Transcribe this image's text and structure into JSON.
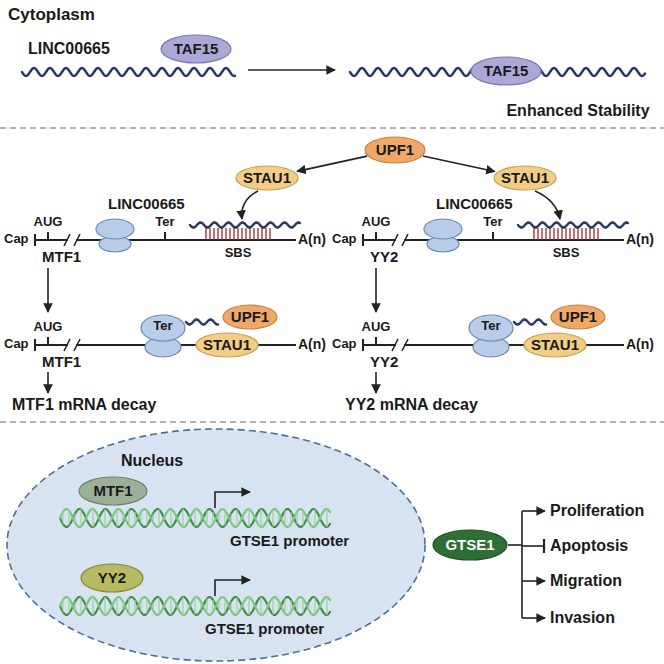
{
  "diagram": {
    "nodes": [
      {
        "text": [
          "TAF15"
        ]
      },
      {
        "text": [
          "TAF15"
        ]
      },
      {
        "text": [
          "UPF1"
        ]
      },
      {
        "text": [
          "STAU1"
        ]
      },
      {
        "text": [
          "STAU1"
        ]
      },
      {
        "text": [
          "Ter"
        ]
      },
      {
        "text": [
          "UPF1"
        ]
      },
      {
        "text": [
          "STAU1"
        ]
      },
      {
        "text": [
          "Ter"
        ]
      },
      {
        "text": [
          "UPF1"
        ]
      },
      {
        "text": [
          "STAU1"
        ]
      },
      {
        "text": [
          "Nucleus"
        ]
      },
      {
        "text": [
          "MTF1"
        ],
        "in": 11
      },
      {
        "text": [
          "YY2"
        ],
        "in": 11
      },
      {
        "text": [
          "GTSE1"
        ]
      }
    ],
    "edges": [
      {
        "from": 2,
        "to": 3,
        "arrow": "to"
      },
      {
        "from": 2,
        "to": 4,
        "arrow": "to"
      }
    ],
    "labels": [
      "Cytoplasm",
      "LINC00665",
      "Enhanced Stability",
      "AUG",
      "Ter",
      "LINC00665",
      "Cap",
      "SBS",
      "A(n)",
      "MTF1",
      "AUG",
      "Ter",
      "LINC00665",
      "Cap",
      "SBS",
      "A(n)",
      "YY2",
      "AUG",
      "Cap",
      "MTF1",
      "A(n)",
      "MTF1 mRNA decay",
      "AUG",
      "Cap",
      "YY2",
      "A(n)",
      "YY2 mRNA decay",
      "GTSE1 promoter",
      "GTSE1 promoter",
      "Proliferation",
      "Apoptosis",
      "Migration",
      "Invasion"
    ]
  }
}
